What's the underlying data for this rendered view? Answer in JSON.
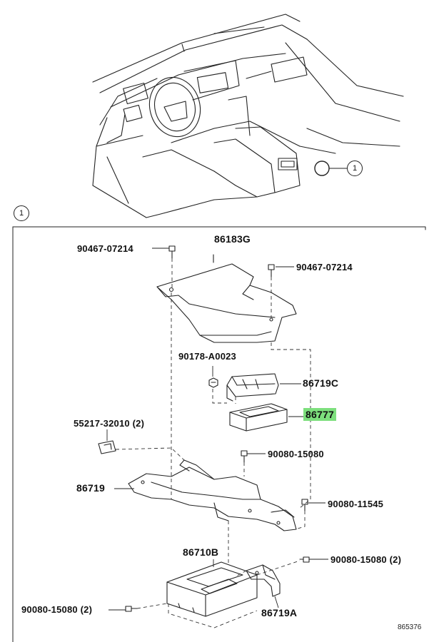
{
  "callout_ref": "1",
  "frame_label": "1",
  "parts": {
    "bolt_top_left": "90467-07214",
    "cover": "86183G",
    "bolt_top_right": "90467-07214",
    "nut": "90178-A0023",
    "bracket_c": "86719C",
    "module": "86777",
    "clip": "55217-32010 (2)",
    "bolt_mid": "90080-15080",
    "bracket": "86719",
    "bolt_right": "90080-11545",
    "amplifier": "86710B",
    "bolt_lower_right": "90080-15080 (2)",
    "bracket_a": "86719A",
    "bolt_lower_left": "90080-15080 (2)"
  },
  "highlight_color": "#7ddf7d",
  "diagram_number": "865376"
}
